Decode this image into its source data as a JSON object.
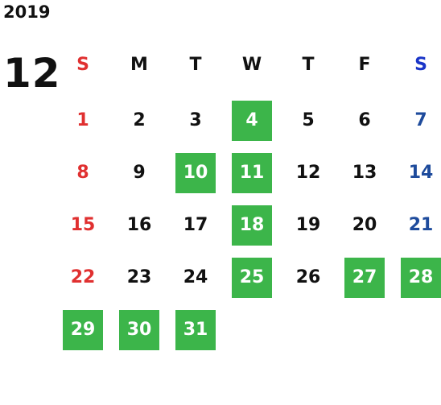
{
  "calendar": {
    "year": "2019",
    "month": "12",
    "weekdays": [
      "S",
      "M",
      "T",
      "W",
      "T",
      "F",
      "S"
    ],
    "colors": {
      "sunday": "#e03030",
      "saturday_header": "#1a35c8",
      "saturday_date": "#1e4b9c",
      "highlight_bg": "#3cb54a",
      "default_text": "#111111"
    },
    "weeks": [
      [
        {
          "d": "1",
          "hl": false
        },
        {
          "d": "2",
          "hl": false
        },
        {
          "d": "3",
          "hl": false
        },
        {
          "d": "4",
          "hl": true
        },
        {
          "d": "5",
          "hl": false
        },
        {
          "d": "6",
          "hl": false
        },
        {
          "d": "7",
          "hl": false
        }
      ],
      [
        {
          "d": "8",
          "hl": false
        },
        {
          "d": "9",
          "hl": false
        },
        {
          "d": "10",
          "hl": true
        },
        {
          "d": "11",
          "hl": true
        },
        {
          "d": "12",
          "hl": false
        },
        {
          "d": "13",
          "hl": false
        },
        {
          "d": "14",
          "hl": false
        }
      ],
      [
        {
          "d": "15",
          "hl": false
        },
        {
          "d": "16",
          "hl": false
        },
        {
          "d": "17",
          "hl": false
        },
        {
          "d": "18",
          "hl": true
        },
        {
          "d": "19",
          "hl": false
        },
        {
          "d": "20",
          "hl": false
        },
        {
          "d": "21",
          "hl": false
        }
      ],
      [
        {
          "d": "22",
          "hl": false
        },
        {
          "d": "23",
          "hl": false
        },
        {
          "d": "24",
          "hl": false
        },
        {
          "d": "25",
          "hl": true
        },
        {
          "d": "26",
          "hl": false
        },
        {
          "d": "27",
          "hl": true
        },
        {
          "d": "28",
          "hl": true
        }
      ],
      [
        {
          "d": "29",
          "hl": true
        },
        {
          "d": "30",
          "hl": true
        },
        {
          "d": "31",
          "hl": true
        }
      ]
    ]
  }
}
